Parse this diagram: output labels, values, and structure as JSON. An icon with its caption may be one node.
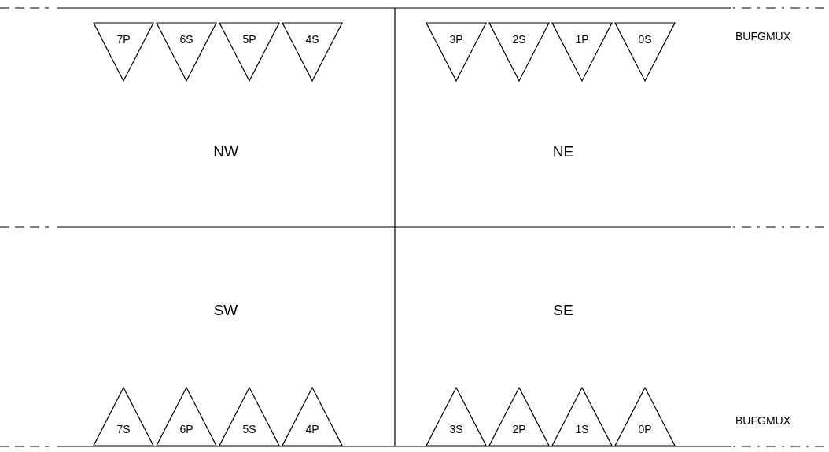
{
  "diagram": {
    "nodes": [
      {
        "text": [
          "NW"
        ]
      },
      {
        "text": [
          "7P"
        ],
        "in": 0
      },
      {
        "text": [
          "6S"
        ],
        "in": 0
      },
      {
        "text": [
          "5P"
        ],
        "in": 0
      },
      {
        "text": [
          "4S"
        ],
        "in": 0
      },
      {
        "text": [
          "NE"
        ]
      },
      {
        "text": [
          "3P"
        ],
        "in": 5
      },
      {
        "text": [
          "2S"
        ],
        "in": 5
      },
      {
        "text": [
          "1P"
        ],
        "in": 5
      },
      {
        "text": [
          "0S"
        ],
        "in": 5
      },
      {
        "text": [
          "SW"
        ]
      },
      {
        "text": [
          "7S"
        ],
        "in": 10
      },
      {
        "text": [
          "6P"
        ],
        "in": 10
      },
      {
        "text": [
          "5S"
        ],
        "in": 10
      },
      {
        "text": [
          "4P"
        ],
        "in": 10
      },
      {
        "text": [
          "SE"
        ]
      },
      {
        "text": [
          "3S"
        ],
        "in": 15
      },
      {
        "text": [
          "2P"
        ],
        "in": 15
      },
      {
        "text": [
          "1S"
        ],
        "in": 15
      },
      {
        "text": [
          "0P"
        ],
        "in": 15
      }
    ],
    "labels": [
      "BUFGMUX",
      "BUFGMUX"
    ]
  }
}
